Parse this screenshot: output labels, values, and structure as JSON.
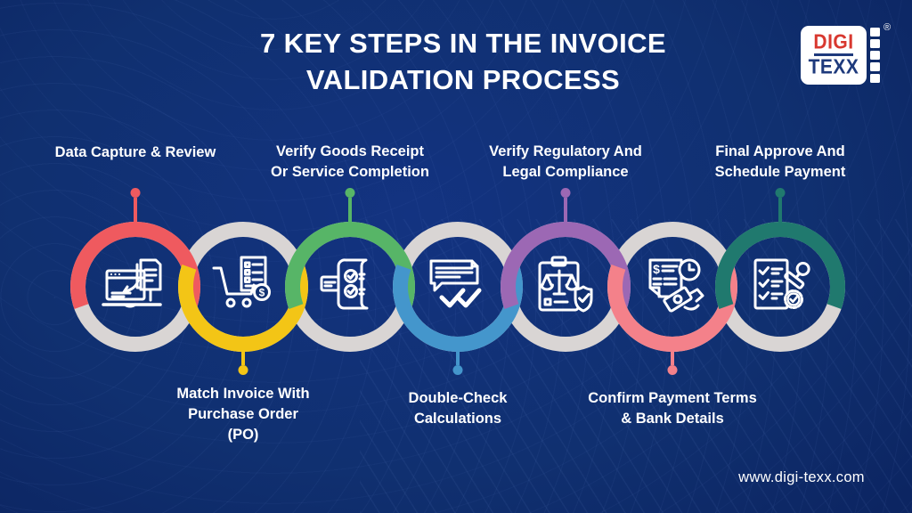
{
  "title": {
    "line1": "7 KEY STEPS IN THE INVOICE",
    "line2": "VALIDATION PROCESS"
  },
  "logo": {
    "digi": "DIGI",
    "texx": "TEXX",
    "registered": "®",
    "red": "#d8382f",
    "navy": "#1e3a7c"
  },
  "website": "www.digi-texx.com",
  "colors": {
    "background_navy": "#103070",
    "ring_gray": "#d9d5d4",
    "text_white": "#ffffff"
  },
  "icon_glyphs": {
    "dollar": "$"
  },
  "steps": [
    {
      "label_lines": [
        "Data Capture & Review"
      ],
      "position": "top",
      "color": "#ef5a5f",
      "icon": "laptop-capture-icon"
    },
    {
      "label_lines": [
        "Match Invoice With",
        "Purchase Order",
        "(PO)"
      ],
      "position": "bottom",
      "color": "#f3c516",
      "icon": "cart-invoice-icon"
    },
    {
      "label_lines": [
        "Verify Goods Receipt",
        "Or Service Completion"
      ],
      "position": "top",
      "color": "#57b567",
      "icon": "receipt-check-icon"
    },
    {
      "label_lines": [
        "Double-Check",
        "Calculations"
      ],
      "position": "bottom",
      "color": "#4496cc",
      "icon": "chat-doublecheck-icon"
    },
    {
      "label_lines": [
        "Verify Regulatory And",
        "Legal Compliance"
      ],
      "position": "top",
      "color": "#9c68b4",
      "icon": "compliance-shield-icon"
    },
    {
      "label_lines": [
        "Confirm Payment Terms",
        "& Bank Details"
      ],
      "position": "bottom",
      "color": "#f4818a",
      "icon": "payment-terms-icon"
    },
    {
      "label_lines": [
        "Final Approve And",
        "Schedule Payment"
      ],
      "position": "top",
      "color": "#20796e",
      "icon": "approval-stamp-icon"
    }
  ]
}
